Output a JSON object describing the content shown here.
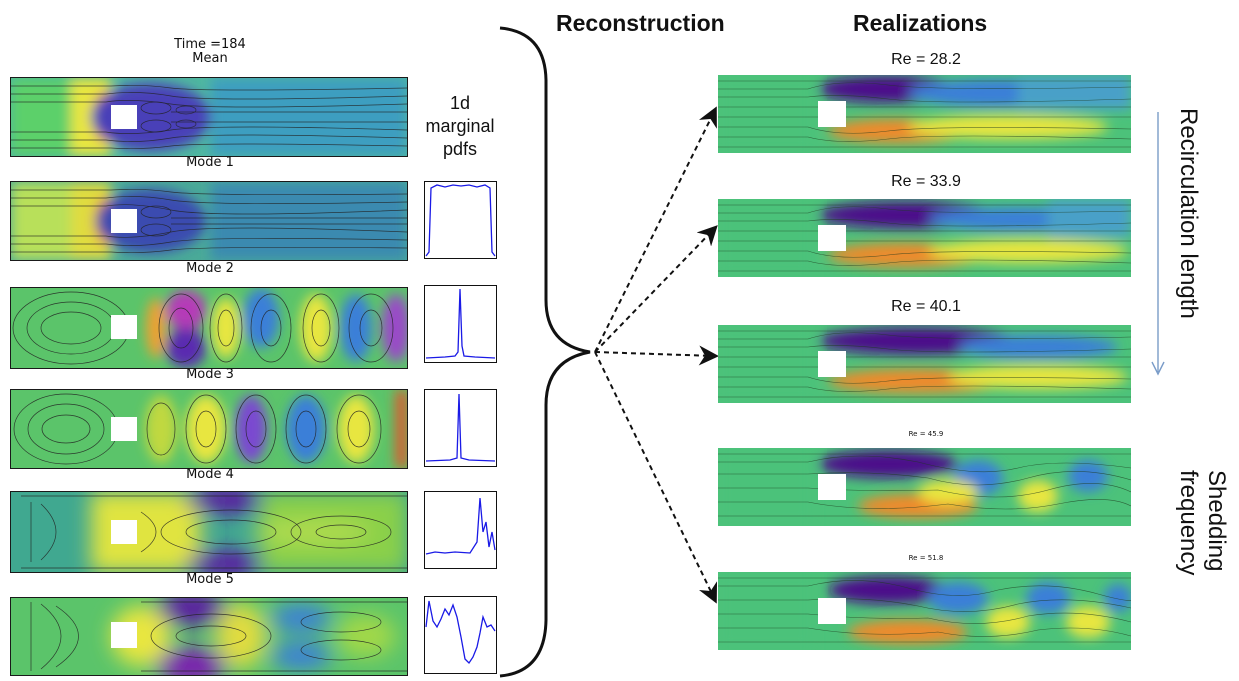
{
  "header": {
    "reconstruction": "Reconstruction",
    "realizations": "Realizations"
  },
  "left": {
    "time_label": "Time =184",
    "mean_label": "Mean",
    "pdf_title": [
      "1d",
      "marginal",
      "pdfs"
    ],
    "modes": [
      "Mode 1",
      "Mode 2",
      "Mode 3",
      "Mode 4",
      "Mode 5"
    ]
  },
  "right": {
    "realizations": [
      "Re = 28.2",
      "Re = 33.9",
      "Re = 40.1",
      "Re = 45.9",
      "Re = 51.8"
    ],
    "side_labels": {
      "recirculation": "Recirculation length",
      "shedding_1": "Shedding",
      "shedding_2": "frequency"
    }
  },
  "colors": {
    "pdf_line": "#1a1ae6",
    "arrow_axis": "#7a9cc8",
    "field_green": "#54c86a",
    "field_purple": "#4b0a8a",
    "field_yellow": "#e8e640",
    "field_blue": "#3a7fd8",
    "field_orange": "#f08a2a"
  }
}
